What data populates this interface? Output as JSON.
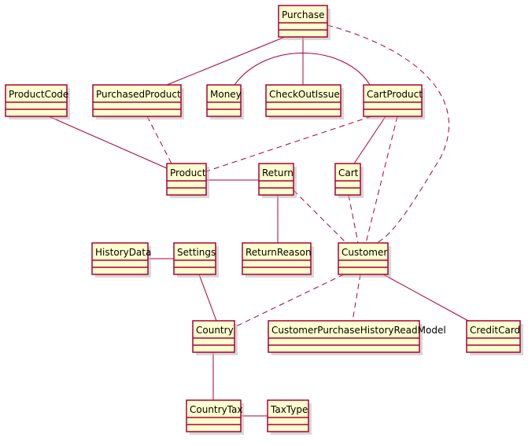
{
  "diagram": {
    "classes": [
      {
        "id": "purchase",
        "label": "Purchase"
      },
      {
        "id": "productcode",
        "label": "ProductCode"
      },
      {
        "id": "purchasedproduct",
        "label": "PurchasedProduct"
      },
      {
        "id": "money",
        "label": "Money"
      },
      {
        "id": "checkoutissue",
        "label": "CheckOutIssue"
      },
      {
        "id": "cartproduct",
        "label": "CartProduct"
      },
      {
        "id": "product",
        "label": "Product"
      },
      {
        "id": "return",
        "label": "Return"
      },
      {
        "id": "cart",
        "label": "Cart"
      },
      {
        "id": "historydata",
        "label": "HistoryData"
      },
      {
        "id": "settings",
        "label": "Settings"
      },
      {
        "id": "returnreason",
        "label": "ReturnReason"
      },
      {
        "id": "customer",
        "label": "Customer"
      },
      {
        "id": "country",
        "label": "Country"
      },
      {
        "id": "customerpurchasehistoryreadmodel",
        "label": "CustomerPurchaseHistoryReadModel"
      },
      {
        "id": "creditcard",
        "label": "CreditCard"
      },
      {
        "id": "countrytax",
        "label": "CountryTax"
      },
      {
        "id": "taxtype",
        "label": "TaxType"
      }
    ],
    "relations": [
      {
        "from": "purchase",
        "to": "purchasedproduct",
        "style": "solid"
      },
      {
        "from": "purchase",
        "to": "checkoutissue",
        "style": "solid"
      },
      {
        "from": "purchase",
        "to": "customer",
        "style": "dashed"
      },
      {
        "from": "money",
        "to": "cartproduct",
        "style": "solid"
      },
      {
        "from": "productcode",
        "to": "product",
        "style": "solid"
      },
      {
        "from": "purchasedproduct",
        "to": "product",
        "style": "dashed"
      },
      {
        "from": "cartproduct",
        "to": "product",
        "style": "dashed"
      },
      {
        "from": "cartproduct",
        "to": "cart",
        "style": "solid"
      },
      {
        "from": "cartproduct",
        "to": "customer",
        "style": "dashed"
      },
      {
        "from": "product",
        "to": "return",
        "style": "solid"
      },
      {
        "from": "return",
        "to": "returnreason",
        "style": "solid"
      },
      {
        "from": "return",
        "to": "customer",
        "style": "dashed"
      },
      {
        "from": "cart",
        "to": "customer",
        "style": "dashed"
      },
      {
        "from": "historydata",
        "to": "settings",
        "style": "solid"
      },
      {
        "from": "settings",
        "to": "country",
        "style": "solid"
      },
      {
        "from": "customer",
        "to": "country",
        "style": "dashed"
      },
      {
        "from": "customer",
        "to": "customerpurchasehistoryreadmodel",
        "style": "dashed"
      },
      {
        "from": "customer",
        "to": "creditcard",
        "style": "solid"
      },
      {
        "from": "country",
        "to": "countrytax",
        "style": "solid"
      },
      {
        "from": "countrytax",
        "to": "taxtype",
        "style": "solid"
      }
    ]
  }
}
